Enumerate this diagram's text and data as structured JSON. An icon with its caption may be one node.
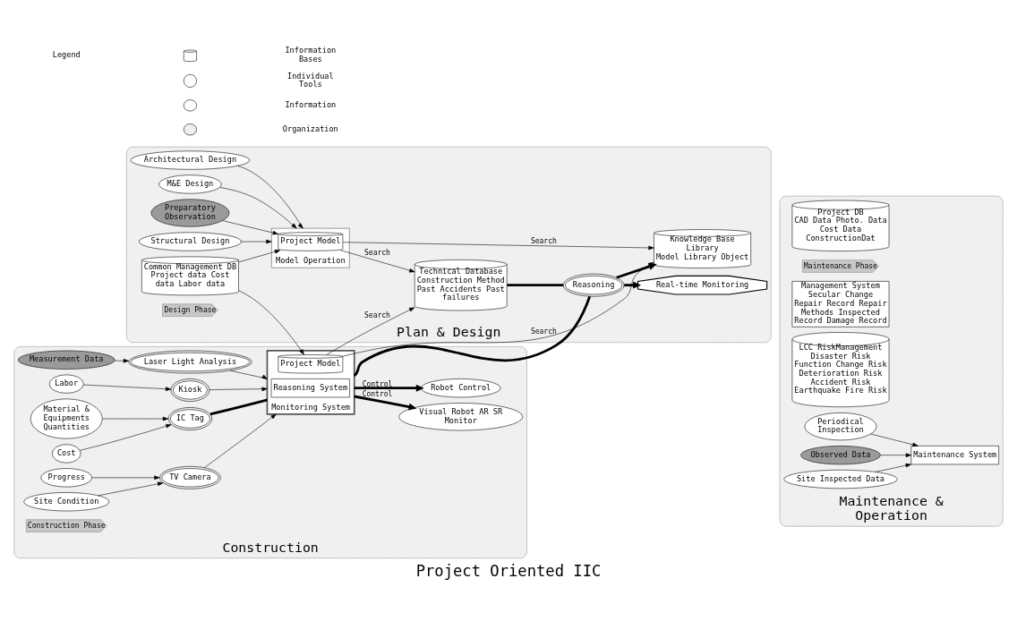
{
  "diagram": {
    "title": "Project Oriented IIC",
    "nodes": [
      {
        "text": [
          "Plan & Design"
        ]
      },
      {
        "text": [
          "Construction"
        ]
      },
      {
        "text": [
          "Maintenance & Operation"
        ]
      },
      {
        "text": [
          "Preparatory Observation"
        ],
        "in": 0
      },
      {
        "text": [
          "Common Management DB",
          "Project data Cost data Labor data"
        ],
        "in": 0
      },
      {
        "text": [
          "Technical Database",
          "Construction Method Past Accidents Past failures"
        ],
        "in": 0
      },
      {
        "text": [
          "Structural Design"
        ],
        "in": 0
      },
      {
        "text": [
          "Architectural Design"
        ],
        "in": 0
      },
      {
        "text": [
          "M&E Design"
        ],
        "in": 0
      },
      {
        "text": [
          "Model Operation"
        ],
        "in": 0
      },
      {
        "text": [
          "Project Model"
        ],
        "in": 9
      },
      {
        "text": [
          "Reasoning"
        ],
        "in": 0
      },
      {
        "text": [
          "Real-time Monitoring"
        ],
        "in": 0
      },
      {
        "text": [
          "Knowledge Base Library",
          "Model Library Object"
        ],
        "in": 0
      },
      {
        "text": [
          "Design Phase"
        ],
        "in": 0
      },
      {
        "text": [
          "Measurement Data"
        ],
        "in": 1
      },
      {
        "text": [
          "Laser Light Analysis"
        ],
        "in": 1
      },
      {
        "text": [
          "Labor"
        ],
        "in": 1
      },
      {
        "text": [
          "Kiosk"
        ],
        "in": 1
      },
      {
        "text": [
          "Material & Equipments Quantities"
        ],
        "in": 1
      },
      {
        "text": [
          "IC Tag"
        ],
        "in": 1
      },
      {
        "text": [
          "Cost"
        ],
        "in": 1
      },
      {
        "text": [
          "Progress"
        ],
        "in": 1
      },
      {
        "text": [
          "TV Camera"
        ],
        "in": 1
      },
      {
        "text": [
          "Site Condition"
        ],
        "in": 1
      },
      {
        "text": [
          "Monitoring System"
        ],
        "in": 1
      },
      {
        "text": [
          "Reasoning System"
        ],
        "in": 25
      },
      {
        "text": [
          "Project Model"
        ],
        "in": 25
      },
      {
        "text": [
          "Visual Robot AR SR Monitor"
        ],
        "in": 1
      },
      {
        "text": [
          "Robot Control"
        ],
        "in": 1
      },
      {
        "text": [
          "Construction Phase"
        ],
        "in": 1
      },
      {
        "text": [
          "Project DB",
          "CAD Data Photo. Data Cost Data ConstructionDat"
        ],
        "in": 2
      },
      {
        "text": [
          "Maintenance Phase"
        ],
        "in": 2
      },
      {
        "text": [
          "Management System",
          "Secular Change Repair Record Repair Methods Inspected Record Damage Record"
        ],
        "in": 2
      },
      {
        "text": [
          "Maintenance System"
        ],
        "in": 2
      },
      {
        "text": [
          "LCC RiskManagement",
          "Disaster Risk Function Change Risk Deterioration Risk Accident Risk Earthquake Fire Risk"
        ],
        "in": 2
      },
      {
        "text": [
          "Periodical Inspection"
        ],
        "in": 2
      },
      {
        "text": [
          "Observed Data"
        ],
        "in": 2
      },
      {
        "text": [
          "Site Inspected Data"
        ],
        "in": 2
      }
    ],
    "edges": [
      {
        "from": 3,
        "to": 10,
        "arrow": "to"
      },
      {
        "from": 4,
        "to": 10,
        "arrow": "to"
      },
      {
        "from": 6,
        "to": 9,
        "arrow": "to"
      },
      {
        "from": 7,
        "to": 9,
        "arrow": "to"
      },
      {
        "from": 8,
        "to": 9,
        "arrow": "to"
      },
      {
        "from": 4,
        "to": 27,
        "arrow": "to"
      },
      {
        "from": 10,
        "to": 5,
        "label": "Search",
        "arrow": "to"
      },
      {
        "from": 10,
        "to": 13,
        "label": "Search",
        "arrow": "to"
      },
      {
        "from": 27,
        "to": 5,
        "label": "Search",
        "arrow": "to"
      },
      {
        "from": 27,
        "to": 13,
        "label": "Search",
        "arrow": "to"
      },
      {
        "from": 5,
        "to": 11,
        "arrow": "none",
        "style": "thick"
      },
      {
        "from": 11,
        "to": 12,
        "arrow": "to",
        "style": "thick"
      },
      {
        "from": 11,
        "to": 13,
        "arrow": "to",
        "style": "thick"
      },
      {
        "from": 25,
        "to": 11,
        "arrow": "none",
        "style": "thick"
      },
      {
        "from": 15,
        "to": 16,
        "arrow": "to"
      },
      {
        "from": 16,
        "to": 25,
        "arrow": "to"
      },
      {
        "from": 17,
        "to": 18,
        "arrow": "to"
      },
      {
        "from": 18,
        "to": 25,
        "arrow": "to"
      },
      {
        "from": 19,
        "to": 20,
        "arrow": "to"
      },
      {
        "from": 21,
        "to": 20,
        "arrow": "to"
      },
      {
        "from": 20,
        "to": 25,
        "arrow": "none",
        "style": "thick"
      },
      {
        "from": 22,
        "to": 23,
        "arrow": "to"
      },
      {
        "from": 24,
        "to": 23,
        "arrow": "to"
      },
      {
        "from": 23,
        "to": 25,
        "arrow": "to"
      },
      {
        "from": 25,
        "to": 28,
        "label": "Control",
        "arrow": "to",
        "style": "thick"
      },
      {
        "from": 25,
        "to": 29,
        "label": "Control",
        "arrow": "to",
        "style": "thick"
      },
      {
        "from": 36,
        "to": 34,
        "arrow": "to"
      },
      {
        "from": 37,
        "to": 34,
        "arrow": "to"
      },
      {
        "from": 38,
        "to": 34,
        "arrow": "to"
      }
    ],
    "labels": [
      "Legend"
    ],
    "legend": [
      {
        "text": "Information Bases"
      },
      {
        "text": "Individual Tools"
      },
      {
        "text": "Information"
      },
      {
        "text": "Organization"
      }
    ]
  }
}
